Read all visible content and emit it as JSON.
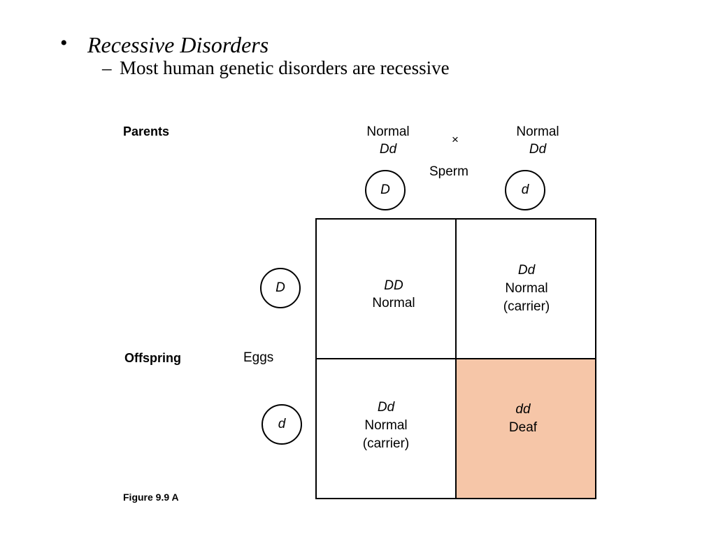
{
  "slide": {
    "bullet": "•",
    "heading": "Recessive Disorders",
    "dash": "–",
    "subheading": "Most human genetic disorders are recessive"
  },
  "diagram": {
    "parents_label": "Parents",
    "offspring_label": "Offspring",
    "parent1": {
      "phenotype": "Normal",
      "genotype": "Dd"
    },
    "cross_symbol": "×",
    "parent2": {
      "phenotype": "Normal",
      "genotype": "Dd"
    },
    "sperm_label": "Sperm",
    "eggs_label": "Eggs",
    "sperm_alleles": [
      "D",
      "d"
    ],
    "egg_alleles": [
      "D",
      "d"
    ],
    "cells": [
      {
        "genotype": "DD",
        "phenotype": "Normal",
        "note": ""
      },
      {
        "genotype": "Dd",
        "phenotype": "Normal",
        "note": "(carrier)"
      },
      {
        "genotype": "Dd",
        "phenotype": "Normal",
        "note": "(carrier)"
      },
      {
        "genotype": "dd",
        "phenotype": "Deaf",
        "note": ""
      }
    ],
    "highlight_color": "#f6c6a8",
    "figure_label": "Figure 9.9 A"
  }
}
